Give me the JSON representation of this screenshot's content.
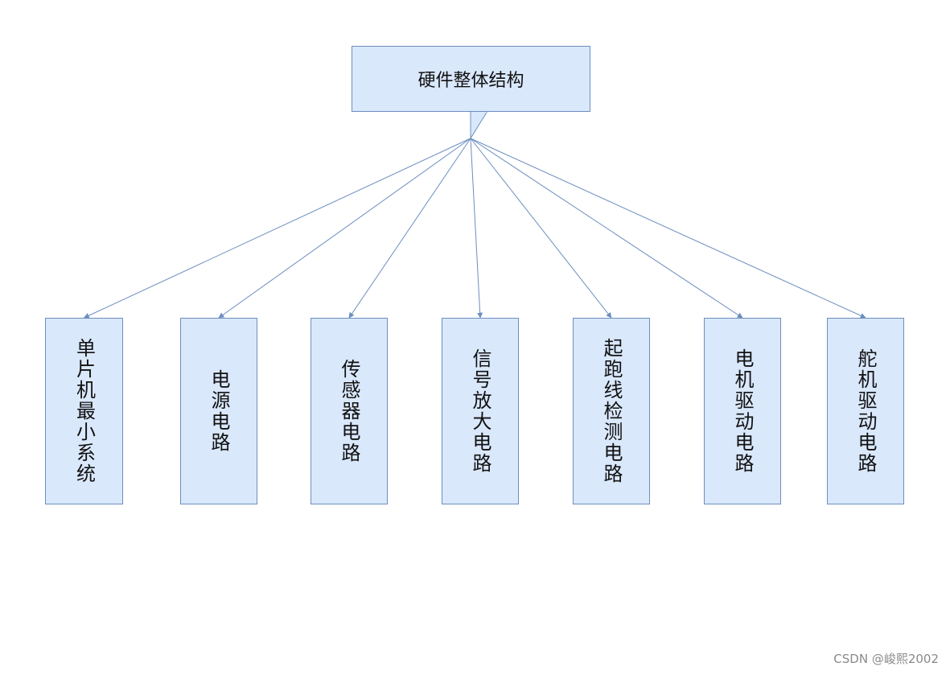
{
  "diagram": {
    "root": {
      "label": "硬件整体结构"
    },
    "children": [
      {
        "label": "单片机最小系统"
      },
      {
        "label": "电源电路"
      },
      {
        "label": "传感器电路"
      },
      {
        "label": "信号放大电路"
      },
      {
        "label": "起跑线检测电路"
      },
      {
        "label": "电机驱动电路"
      },
      {
        "label": "舵机驱动电路"
      }
    ],
    "colors": {
      "fill": "#dae8fc",
      "stroke": "#6c8ebf",
      "text": "#111111"
    }
  },
  "watermark": "CSDN @峻熙2002"
}
